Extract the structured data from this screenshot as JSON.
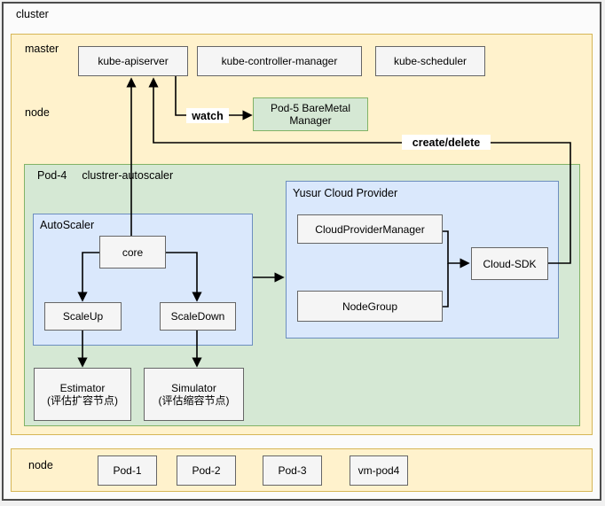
{
  "window": {
    "cluster_label": "cluster"
  },
  "master_zone": {
    "label": "master",
    "items": [
      "kube-apiserver",
      "kube-controller-manager",
      "kube-scheduler"
    ]
  },
  "node_zone": {
    "label": "node"
  },
  "pod5": {
    "line1": "Pod-5 BareMetal",
    "line2": "Manager"
  },
  "edges": {
    "watch_label": "watch",
    "create_delete_label": "create/delete",
    "connections": [
      {
        "from": "core",
        "to": "kube-apiserver"
      },
      {
        "from": "Cloud-SDK",
        "to": "kube-apiserver",
        "label": "create/delete"
      },
      {
        "from": "kube-apiserver",
        "to": "Pod-5 BareMetal Manager",
        "label": "watch"
      },
      {
        "from": "core",
        "to": "ScaleUp"
      },
      {
        "from": "core",
        "to": "ScaleDown"
      },
      {
        "from": "ScaleUp",
        "to": "Estimator"
      },
      {
        "from": "ScaleDown",
        "to": "Simulator"
      },
      {
        "from": "AutoScaler",
        "to": "Yusur Cloud Provider"
      },
      {
        "from": "CloudProviderManager",
        "to": "Cloud-SDK"
      },
      {
        "from": "NodeGroup",
        "to": "Cloud-SDK"
      }
    ]
  },
  "pod4": {
    "id": "Pod-4",
    "name": "clustrer-autoscaler",
    "autoscaler": {
      "title": "AutoScaler",
      "core": "core",
      "scale_up": "ScaleUp",
      "scale_down": "ScaleDown"
    },
    "estimator": {
      "line1": "Estimator",
      "line2": "(评估扩容节点)"
    },
    "simulator": {
      "line1": "Simulator",
      "line2": "(评估缩容节点)"
    },
    "cloud_provider": {
      "title": "Yusur Cloud Provider",
      "manager": "CloudProviderManager",
      "node_group": "NodeGroup",
      "sdk": "Cloud-SDK"
    }
  },
  "bottom_node": {
    "label": "node",
    "pods": [
      "Pod-1",
      "Pod-2",
      "Pod-3",
      "vm-pod4"
    ]
  },
  "colors": {
    "yellow_fill": "#fff2cc",
    "yellow_stroke": "#d6b656",
    "green_fill": "#d5e8d4",
    "green_stroke": "#82b366",
    "blue_fill": "#dae8fc",
    "blue_stroke": "#6c8ebf",
    "box_fill": "#f5f5f5",
    "box_stroke": "#666666",
    "edge_color": "#000000",
    "frame_stroke": "#4c4c4c"
  }
}
